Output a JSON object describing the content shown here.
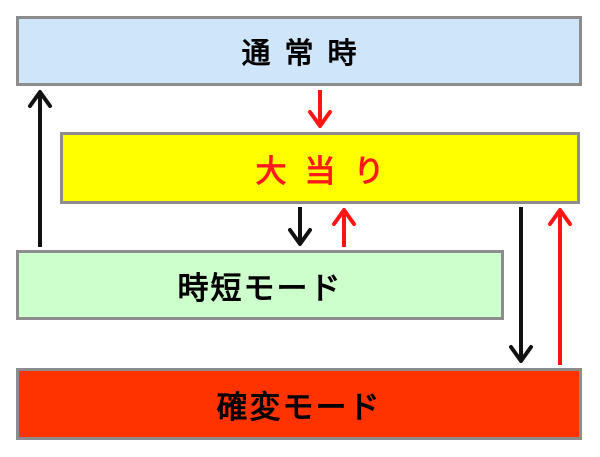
{
  "states": {
    "normal": {
      "label": "通常時",
      "fill": "#cfe6fa"
    },
    "jackpot": {
      "label": "大当り",
      "fill": "#ffff00",
      "text_color": "#ff1a1a"
    },
    "short_time": {
      "label": "時短モード",
      "fill": "#ccffcc"
    },
    "probability_change": {
      "label": "確変モード",
      "fill": "#ff3300"
    }
  },
  "colors": {
    "black_arrow": "#111111",
    "red_arrow": "#ff1414",
    "border": "#8c8c8c"
  },
  "transitions": [
    {
      "from": "normal",
      "to": "jackpot",
      "color": "red"
    },
    {
      "from": "jackpot",
      "to": "short_time",
      "color": "black"
    },
    {
      "from": "short_time",
      "to": "jackpot",
      "color": "red"
    },
    {
      "from": "short_time",
      "to": "normal",
      "color": "black"
    },
    {
      "from": "jackpot",
      "to": "probability_change",
      "color": "black"
    },
    {
      "from": "probability_change",
      "to": "jackpot",
      "color": "red"
    }
  ]
}
